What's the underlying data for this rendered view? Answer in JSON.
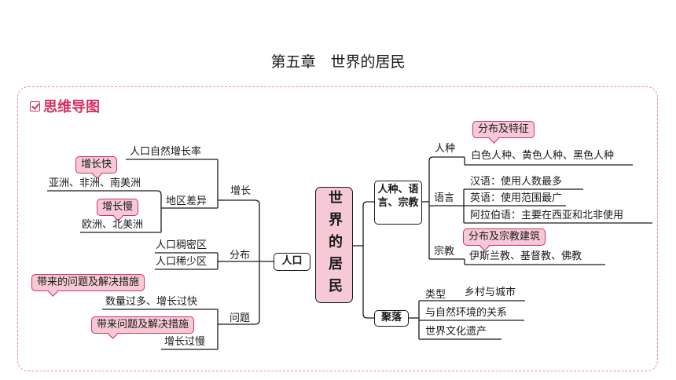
{
  "page_title": "第五章　世界的居民",
  "section_header": "思维导图",
  "center": "世界的居民",
  "left": {
    "root": "人口",
    "growth": {
      "label": "增长",
      "items": [
        "人口自然增长率",
        "地区差异"
      ],
      "fast_tag": "增长快",
      "fast_regions": "亚洲、非洲、南美洲",
      "slow_tag": "增长慢",
      "slow_regions": "欧洲、北美洲"
    },
    "distribution": {
      "label": "分布",
      "items": [
        "人口稠密区",
        "人口稀少区"
      ]
    },
    "problems": {
      "label": "问题",
      "tag1": "带来的问题及解决措施",
      "item1": "数量过多、增长过快",
      "tag2": "带来问题及解决措施",
      "item2": "增长过慢"
    }
  },
  "right": {
    "culture_box": "人种、语言、宗教",
    "race": {
      "label": "人种",
      "tag": "分布及特征",
      "text": "白色人种、黄色人种、黑色人种"
    },
    "language": {
      "label": "语言",
      "items": [
        "汉语：使用人数最多",
        "英语：使用范围最广",
        "阿拉伯语：主要在西亚和北非使用"
      ]
    },
    "religion": {
      "label": "宗教",
      "tag": "分布及宗教建筑",
      "text": "伊斯兰教、基督教、佛教"
    },
    "settlement": {
      "label": "聚落",
      "type_label": "类型",
      "type_value": "乡村与城市",
      "items": [
        "与自然环境的关系",
        "世界文化遗产"
      ]
    }
  }
}
